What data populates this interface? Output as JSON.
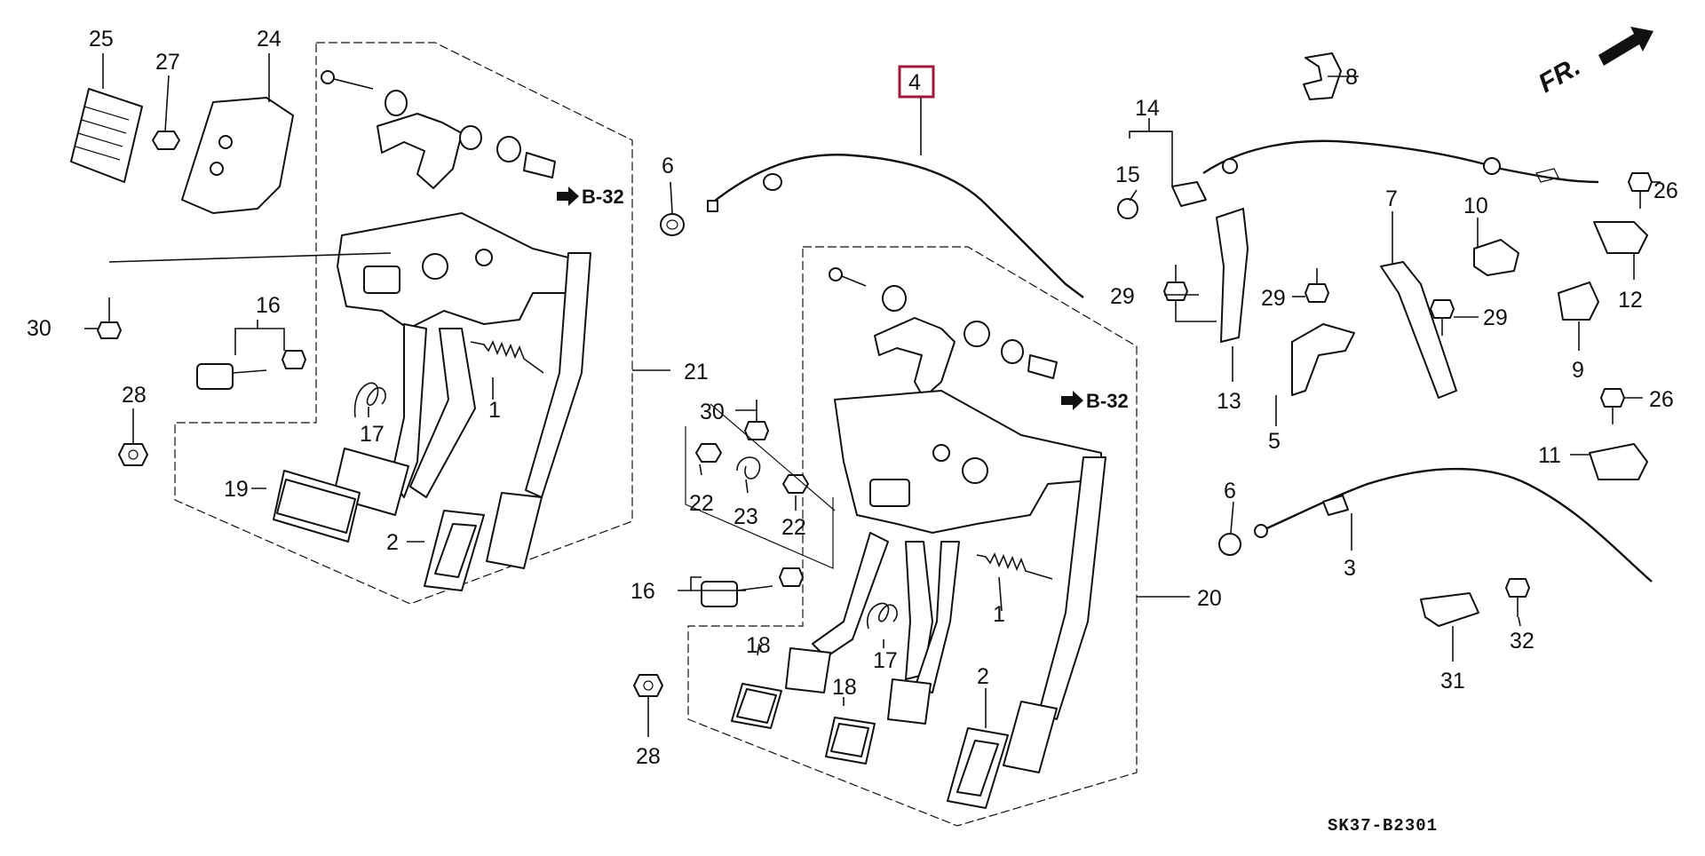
{
  "diagram": {
    "code": "SK37-B2301",
    "direction_label": "FR.",
    "reference_label": "B-32",
    "highlighted_callout": "4",
    "highlight_color": "#9e1b3c",
    "callouts": [
      "1",
      "2",
      "3",
      "4",
      "5",
      "6",
      "7",
      "8",
      "9",
      "10",
      "11",
      "12",
      "13",
      "14",
      "15",
      "16",
      "17",
      "18",
      "19",
      "20",
      "21",
      "22",
      "23",
      "24",
      "25",
      "26",
      "27",
      "28",
      "29",
      "30",
      "31",
      "32"
    ]
  }
}
